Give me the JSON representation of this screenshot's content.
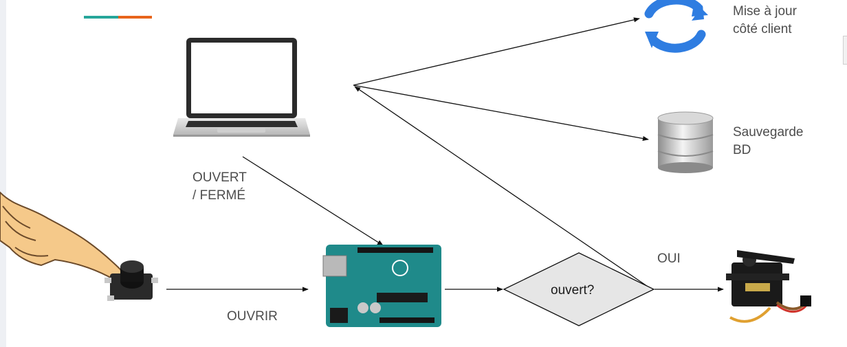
{
  "labels": {
    "client_update": [
      "Mise à jour",
      "côté client"
    ],
    "db_save": [
      "Sauvegarde",
      "BD"
    ],
    "open_close": [
      "OUVERT",
      "/ FERMÉ"
    ],
    "open_cmd": "OUVRIR",
    "yes": "OUI",
    "decision": "ouvert?"
  },
  "icons": [
    "accent-bar-icon",
    "laptop-icon",
    "refresh-icon",
    "database-icon",
    "finger-icon",
    "push-button-icon",
    "arduino-board-icon",
    "servo-motor-icon"
  ],
  "colors": {
    "accent_teal": "#26a69a",
    "accent_orange": "#e8641b",
    "decision_fill": "#e6e6e6",
    "refresh_blue": "#2f7de1",
    "board_teal": "#1f8a8a",
    "label_gray": "#4d4d4d"
  }
}
